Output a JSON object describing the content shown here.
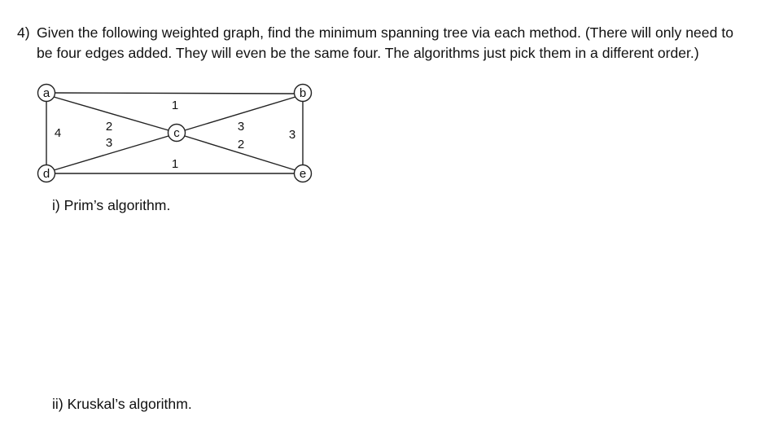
{
  "problem": {
    "number": "4)",
    "text": "Given the following weighted graph, find the minimum spanning tree via each method. (There will only need to be four edges added. They will even be the same four. The algorithms just pick them in a different order.)"
  },
  "graph": {
    "nodes": [
      {
        "id": "a",
        "label": "a"
      },
      {
        "id": "b",
        "label": "b"
      },
      {
        "id": "c",
        "label": "c"
      },
      {
        "id": "d",
        "label": "d"
      },
      {
        "id": "e",
        "label": "e"
      }
    ],
    "edges": [
      {
        "from": "a",
        "to": "b",
        "weight": "1"
      },
      {
        "from": "d",
        "to": "e",
        "weight": "1"
      },
      {
        "from": "a",
        "to": "d",
        "weight": "4"
      },
      {
        "from": "b",
        "to": "e",
        "weight": "3"
      },
      {
        "from": "a",
        "to": "c",
        "weight": "2"
      },
      {
        "from": "d",
        "to": "c",
        "weight": "3"
      },
      {
        "from": "b",
        "to": "c",
        "weight": "3"
      },
      {
        "from": "e",
        "to": "c",
        "weight": "2"
      }
    ]
  },
  "parts": {
    "i": "i)  Prim’s algorithm.",
    "ii": "ii)  Kruskal’s algorithm."
  }
}
